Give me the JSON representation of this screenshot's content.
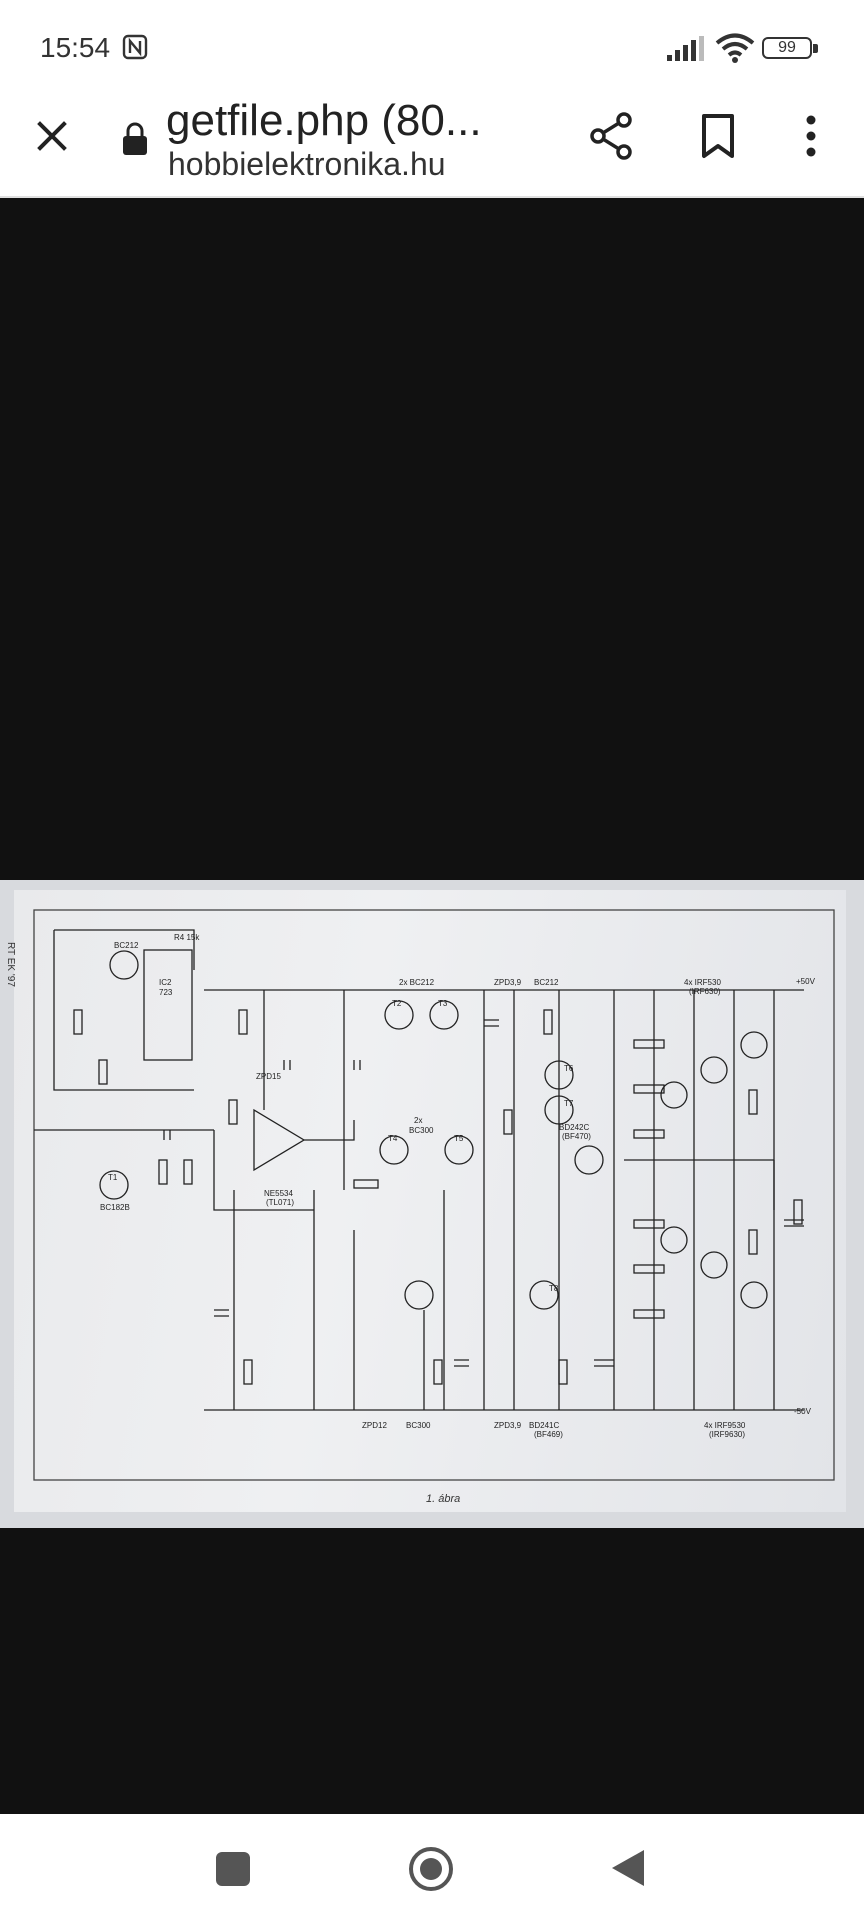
{
  "status": {
    "time": "15:54",
    "battery": "99"
  },
  "toolbar": {
    "title": "getfile.php (80...",
    "subtitle": "hobbielektronika.hu"
  },
  "photo": {
    "side_label": "RT EK '97",
    "caption": "1. ábra",
    "labels": [
      "BC212",
      "R4 15k",
      "IC2",
      "723",
      "2x BC212",
      "ZPD3,9",
      "BC212",
      "4x IRF530",
      "(IRF630)",
      "+50V",
      "ZPD15",
      "2x",
      "BC300",
      "NE5534",
      "(TL071)",
      "BC182B",
      "BD242C",
      "(BF470)",
      "ZPD12",
      "BC300",
      "ZPD3,9",
      "BD241C",
      "(BF469)",
      "4x IRF9530",
      "(IRF9630)",
      "-50V",
      "T1",
      "T2",
      "T3",
      "T4",
      "T5",
      "T6",
      "T7",
      "T8"
    ]
  },
  "icons": {
    "close": "close-icon",
    "lock": "lock-icon",
    "share": "share-icon",
    "bookmark": "bookmark-icon",
    "menu": "more-vert-icon"
  }
}
